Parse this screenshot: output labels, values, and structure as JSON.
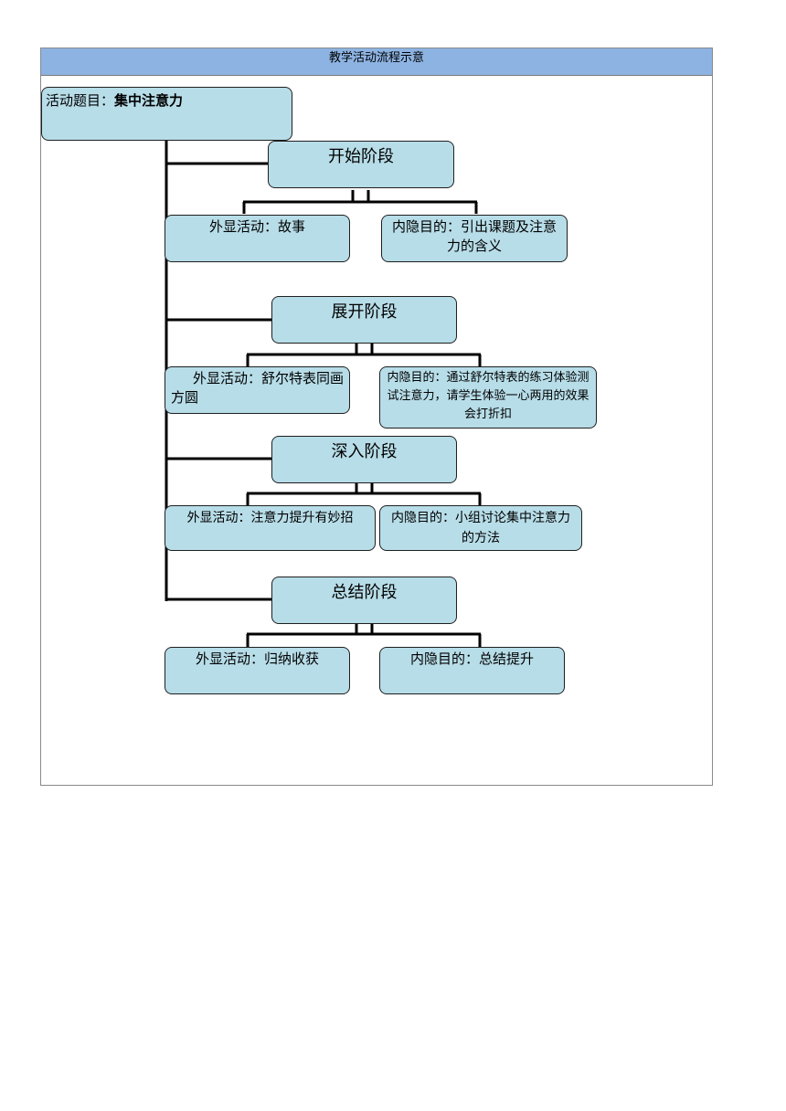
{
  "header": {
    "title": "教学活动流程示意"
  },
  "topic": {
    "label": "活动题目：",
    "value": "集中注意力"
  },
  "stages": [
    {
      "title": "开始阶段",
      "outer": "外显活动：故事",
      "inner": "内隐目的：引出课题及注意力的含义"
    },
    {
      "title": "展开阶段",
      "outer": "外显活动：舒尔特表同画方圆",
      "inner": "内隐目的：通过舒尔特表的练习体验测试注意力，请学生体验一心两用的效果会打折扣"
    },
    {
      "title": "深入阶段",
      "outer": "外显活动：注意力提升有妙招",
      "inner": "内隐目的：小组讨论集中注意力的方法"
    },
    {
      "title": "总结阶段",
      "outer": "外显活动：归纳收获",
      "inner": "内隐目的：总结提升"
    }
  ]
}
